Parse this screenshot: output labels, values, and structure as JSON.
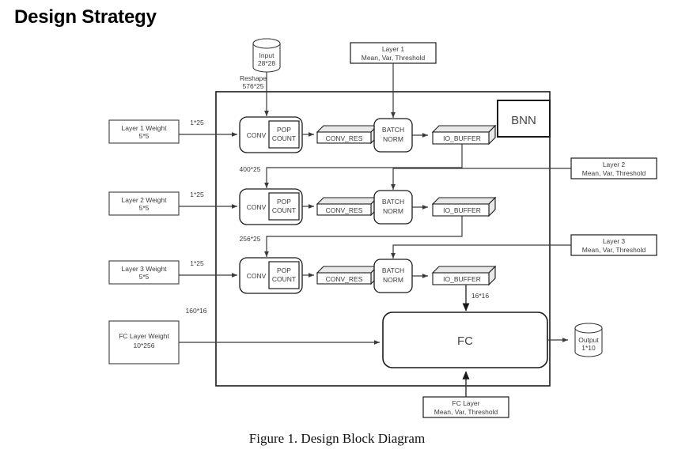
{
  "page": {
    "title": "Design Strategy",
    "caption": "Figure 1. Design Block Diagram"
  },
  "diagram": {
    "container_label": "BNN",
    "input": {
      "line1": "Input",
      "line2": "28*28"
    },
    "output": {
      "line1": "Output",
      "line2": "1*10"
    },
    "reshape": {
      "line1": "Reshape",
      "line2": "576*25"
    },
    "fc_block_label": "FC",
    "edge_labels": {
      "layer1_in": "1*25",
      "layer2_in": "1*25",
      "layer3_in": "1*25",
      "fc_weight_in": "160*16",
      "layer2_feed": "400*25",
      "layer3_feed": "256*25",
      "fc_feed": "16*16"
    },
    "weight_boxes": [
      {
        "name": "layer-1-weight",
        "line1": "Layer 1 Weight",
        "line2": "5*5"
      },
      {
        "name": "layer-2-weight",
        "line1": "Layer 2 Weight",
        "line2": "5*5"
      },
      {
        "name": "layer-3-weight",
        "line1": "Layer 3 Weight",
        "line2": "5*5"
      },
      {
        "name": "fc-layer-weight",
        "line1": "FC Layer Weight",
        "line2": "10*256"
      }
    ],
    "param_boxes": [
      {
        "name": "layer-1-params",
        "line1": "Layer 1",
        "line2": "Mean, Var, Threshold"
      },
      {
        "name": "layer-2-params",
        "line1": "Layer 2",
        "line2": "Mean, Var, Threshold"
      },
      {
        "name": "layer-3-params",
        "line1": "Layer 3",
        "line2": "Mean, Var, Threshold"
      },
      {
        "name": "fc-layer-params",
        "line1": "FC Layer",
        "line2": "Mean, Var, Threshold"
      }
    ],
    "pipeline_rows": [
      {
        "row": 1,
        "conv_label": "CONV",
        "popcount_line1": "POP",
        "popcount_line2": "COUNT",
        "conv_res_label": "CONV_RES",
        "batchnorm_line1": "BATCH",
        "batchnorm_line2": "NORM",
        "io_buffer_label": "IO_BUFFER"
      },
      {
        "row": 2,
        "conv_label": "CONV",
        "popcount_line1": "POP",
        "popcount_line2": "COUNT",
        "conv_res_label": "CONV_RES",
        "batchnorm_line1": "BATCH",
        "batchnorm_line2": "NORM",
        "io_buffer_label": "IO_BUFFER"
      },
      {
        "row": 3,
        "conv_label": "CONV",
        "popcount_line1": "POP",
        "popcount_line2": "COUNT",
        "conv_res_label": "CONV_RES",
        "batchnorm_line1": "BATCH",
        "batchnorm_line2": "NORM",
        "io_buffer_label": "IO_BUFFER"
      }
    ],
    "colors": {
      "stroke": "#3b3b3b",
      "stroke_dark": "#1a1a1a",
      "fill": "#ffffff",
      "shade": "#e8e8e8"
    }
  }
}
